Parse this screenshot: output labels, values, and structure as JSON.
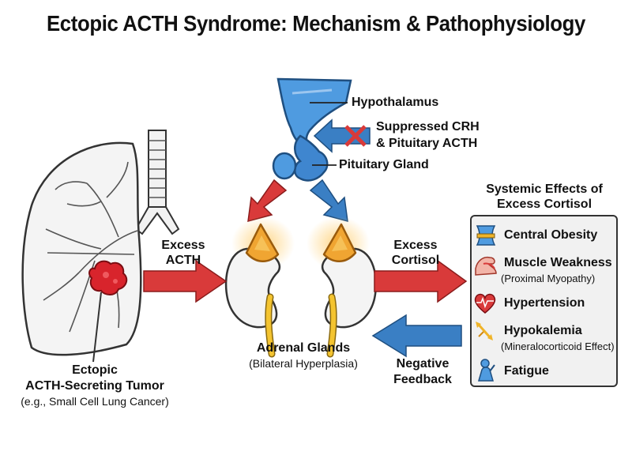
{
  "title": "Ectopic ACTH Syndrome: Mechanism & Pathophysiology",
  "labels": {
    "hypothalamus": "Hypothalamus",
    "suppressed_line1": "Suppressed CRH",
    "suppressed_line2": "& Pituitary ACTH",
    "pituitary": "Pituitary Gland",
    "excess_acth_line1": "Excess",
    "excess_acth_line2": "ACTH",
    "excess_cortisol_line1": "Excess",
    "excess_cortisol_line2": "Cortisol",
    "adrenal": "Adrenal Glands",
    "adrenal_sub": "(Bilateral Hyperplasia)",
    "tumor_line1": "Ectopic",
    "tumor_line2": "ACTH-Secreting Tumor",
    "tumor_sub": "(e.g., Small Cell Lung Cancer)",
    "negative_line1": "Negative",
    "negative_line2": "Feedback"
  },
  "effects": {
    "heading_line1": "Systemic Effects of",
    "heading_line2": "Excess Cortisol",
    "items": [
      {
        "label": "Central Obesity",
        "sub": "",
        "icon": "waist-icon"
      },
      {
        "label": "Muscle Weakness",
        "sub": "(Proximal Myopathy)",
        "icon": "arm-muscle-icon"
      },
      {
        "label": "Hypertension",
        "sub": "",
        "icon": "heart-pulse-icon"
      },
      {
        "label": "Hypokalemia",
        "sub": "(Mineralocorticoid Effect)",
        "icon": "arrows-icon"
      },
      {
        "label": "Fatigue",
        "sub": "",
        "icon": "tired-person-icon"
      }
    ]
  },
  "colors": {
    "red_arrow": "#d93a3a",
    "blue_arrow": "#3a7fc4",
    "adrenal_orange": "#f0a532",
    "brain_blue": "#4f9be0",
    "tumor_red": "#d8242c",
    "kidney": "#f4f4f4",
    "ureter": "#f4c430"
  }
}
